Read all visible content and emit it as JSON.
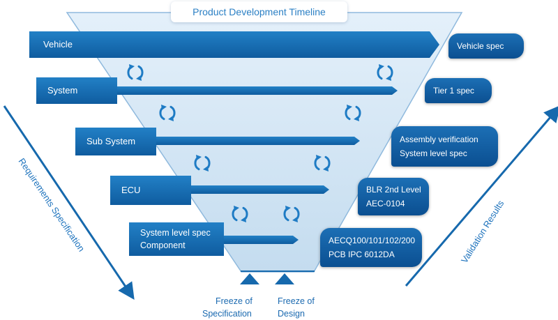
{
  "title": "Product Development Timeline",
  "levels": [
    {
      "name": "Vehicle"
    },
    {
      "name": "System"
    },
    {
      "name": "Sub System"
    },
    {
      "name": "ECU"
    },
    {
      "name_line1": "System level spec",
      "name_line2": "Component"
    }
  ],
  "specs": [
    {
      "line1": "Vehicle spec"
    },
    {
      "line1": "Tier 1 spec"
    },
    {
      "line1": "Assembly verification",
      "line2": "System level spec"
    },
    {
      "line1": "BLR 2nd Level",
      "line2": "AEC-0104"
    },
    {
      "line1": "AECQ100/101/102/200",
      "line2": "PCB IPC 6012DA"
    }
  ],
  "freeze_spec": {
    "line1": "Freeze of",
    "line2": "Specification"
  },
  "freeze_design": {
    "line1": "Freeze of",
    "line2": "Design"
  },
  "left_arrow_label": "Requirements Specification",
  "right_arrow_label": "Validation Results",
  "cycle_icon_count": 8,
  "colors": {
    "primary": "#1669ad",
    "funnel": "#cfe3f3",
    "accent_text": "#2a7fc4"
  }
}
